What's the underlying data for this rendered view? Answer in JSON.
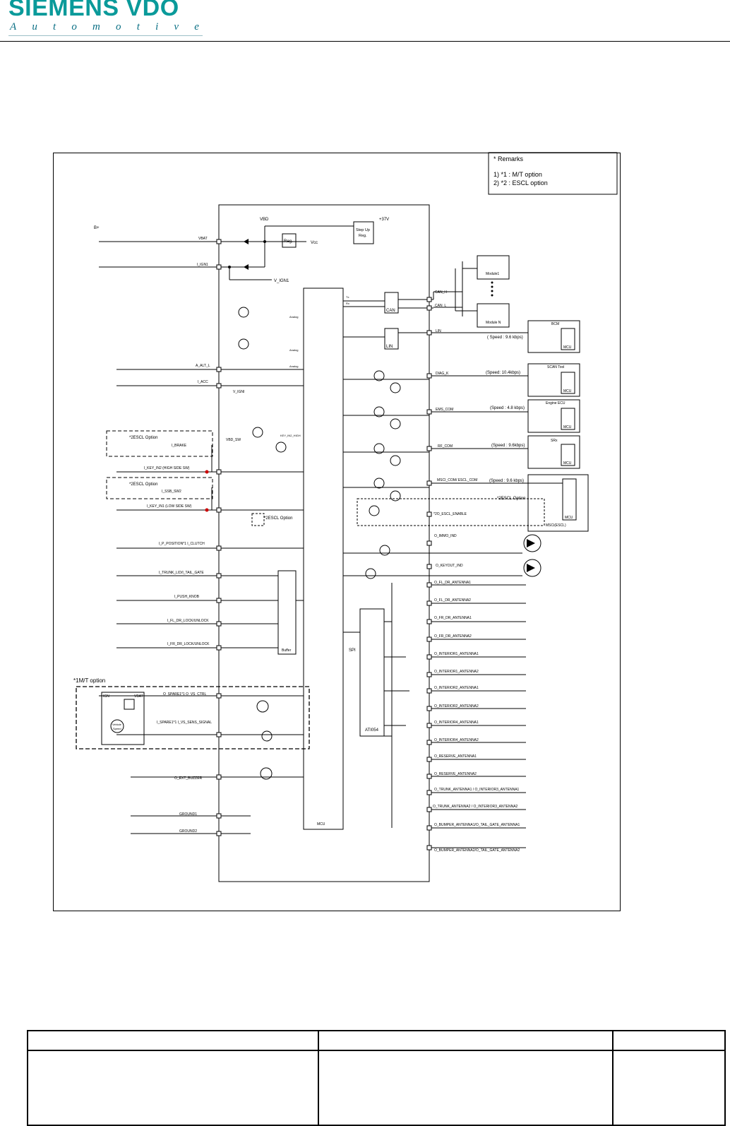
{
  "header": {
    "brand_name": "SIEMENS VDO",
    "brand_subtitle_letters": [
      "A",
      "u",
      "t",
      "o",
      "m",
      "o",
      "t",
      "i",
      "v",
      "e"
    ],
    "brand_color": "#0a9a9a"
  },
  "remarks": {
    "title": "* Remarks",
    "line1": "1) *1 : M/T option",
    "line2": "2) *2 : ESCL option"
  },
  "diagram": {
    "power": {
      "bplus": "B+",
      "vbd": "VBD",
      "v37": "+37V",
      "vbat": "VBAT",
      "reg": "Reg.",
      "vcc": "Vcc",
      "stepup1": "Step Up",
      "stepup2": "Reg.",
      "ign1": "I_IGN1",
      "v_ign1": "V_IGN1"
    },
    "can": {
      "block": "CAN",
      "lin_block": "LIN",
      "can_h": "CAN_H",
      "can_l": "CAN_L",
      "lin": "LIN",
      "tx": "Tx",
      "rx": "Rx",
      "module1": "Module1",
      "modulen": "Module N"
    },
    "right_modules": [
      {
        "name": "BCM",
        "speed": "( Speed : 9.6 kbps)",
        "signal": "LIN",
        "mcu": "MCU"
      },
      {
        "name": "SCAN Tool",
        "speed": "(Speed: 10.4kbps)",
        "signal": "DIAG_K",
        "mcu": "MCU"
      },
      {
        "name": "Engine ECU",
        "speed": "(Speed : 4.8 kbps)",
        "signal": "EMS_COM",
        "mcu": "MCU"
      },
      {
        "name": "SRx",
        "speed": "(Speed : 9.6kbps)",
        "signal": "RF_COM",
        "mcu": "MCU"
      },
      {
        "name": "MSCi(ESCL)",
        "speed": "(Speed : 9.6 kbps)",
        "signal": "MSCI_COM/ ESCL_COM",
        "mcu": "MCU"
      }
    ],
    "analog": "Analog",
    "inputs": {
      "alt": "A_ALT_L",
      "acc": "I_ACC",
      "v_ign": "V_IGNI",
      "vbd_sw": "VBD_SW",
      "key_in2_high": "KEY_IN2_HIGH",
      "escl1": "*2ESCL Option",
      "brake": "I_BRAKE",
      "key_in2": "I_KEY_IN2 (HIGH SIDE SW)",
      "escl2": "*2ESCL Option",
      "ssb": "I_SSB_SW2",
      "key_in1": "I_KEY_IN1 (LOW SIDE SW)",
      "p_position": "I_P_POSITION*1 I_CLUTCH",
      "trunk": "I_TRUNK_LID/I_TAIL_GATE",
      "push_knob": "I_PUSH_KNOB",
      "fl_lock": "I_FL_DR_LOCK/UNLOCK",
      "fr_lock": "I_FR_DR_LOCK/UNLOCK",
      "buffer": "Buffer",
      "escl_mid": "*2ESCL Option",
      "escl_right": "*2ESCL Option",
      "o_escl_enable": "*2O_ESCL_ENABLE"
    },
    "outputs": {
      "immo": "O_IMMO_IND",
      "keyout": "O_KEYOUT_IND",
      "antennas": [
        "O_FL_DR_ANTENNA1",
        "O_FL_DR_ANTENNA2",
        "O_FR_DR_ANTENNA1",
        "O_FR_DR_ANTENNA2",
        "O_INTERIOR1_ANTENNA1",
        "O_INTERIOR1_ANTENNA2",
        "O_INTERIOR2_ANTENNA1",
        "O_INTERIOR2_ANTENNA2",
        "O_INTERIOR4_ANTENNA1",
        "O_INTERIOR4_ANTENNA2",
        "O_RESERVE_ANTENNA1",
        "O_RESERVE_ANTENNA2",
        "O_TRUNK_ANTENNA1 / O_INTERIOR3_ANTENNA1",
        "O_TRUNK_ANTENNA2 / O_INTERIOR3_ANTENNA2",
        "O_BUMPER_ANTENNA1/O_TAIL_GATE_ANTENNA1",
        "O_BUMPER_ANTENNA2/O_TAIL_GATE_ANTENNA2"
      ],
      "spi": "SPI",
      "ati": "ATI054",
      "mcu": "MCU"
    },
    "mt": {
      "title": "*1M/T option",
      "ign": "IGN",
      "vbat": "VBAT",
      "vehicle": "Vehicle",
      "speed": "Speed",
      "spare1": "O_SPARE1*1 O_VS_CTRL",
      "spare1b": "I_SPARE1*1 I_VS_SENS_SIGNAL"
    },
    "bottom": {
      "buzzer": "O_EXT_BUZZER",
      "gnd1": "GROUND1",
      "gnd2": "GROUND2"
    }
  }
}
